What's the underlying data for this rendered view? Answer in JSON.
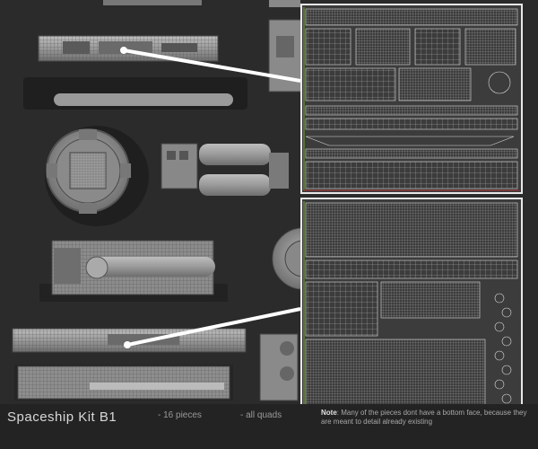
{
  "footer": {
    "title": "Spaceship Kit B1",
    "pieces": "- 16 pieces",
    "quads": "- all quads",
    "note_label": "Note",
    "note_text": ": Many of the pieces dont have a bottom face, because they are meant to detail already existing"
  },
  "colors": {
    "background": "#2b2b2b",
    "model_gray": "#8a8a8a",
    "wire_panel": "#3a3a3a",
    "wire_lines": "#cfcfcf",
    "callout": "#ffffff"
  }
}
